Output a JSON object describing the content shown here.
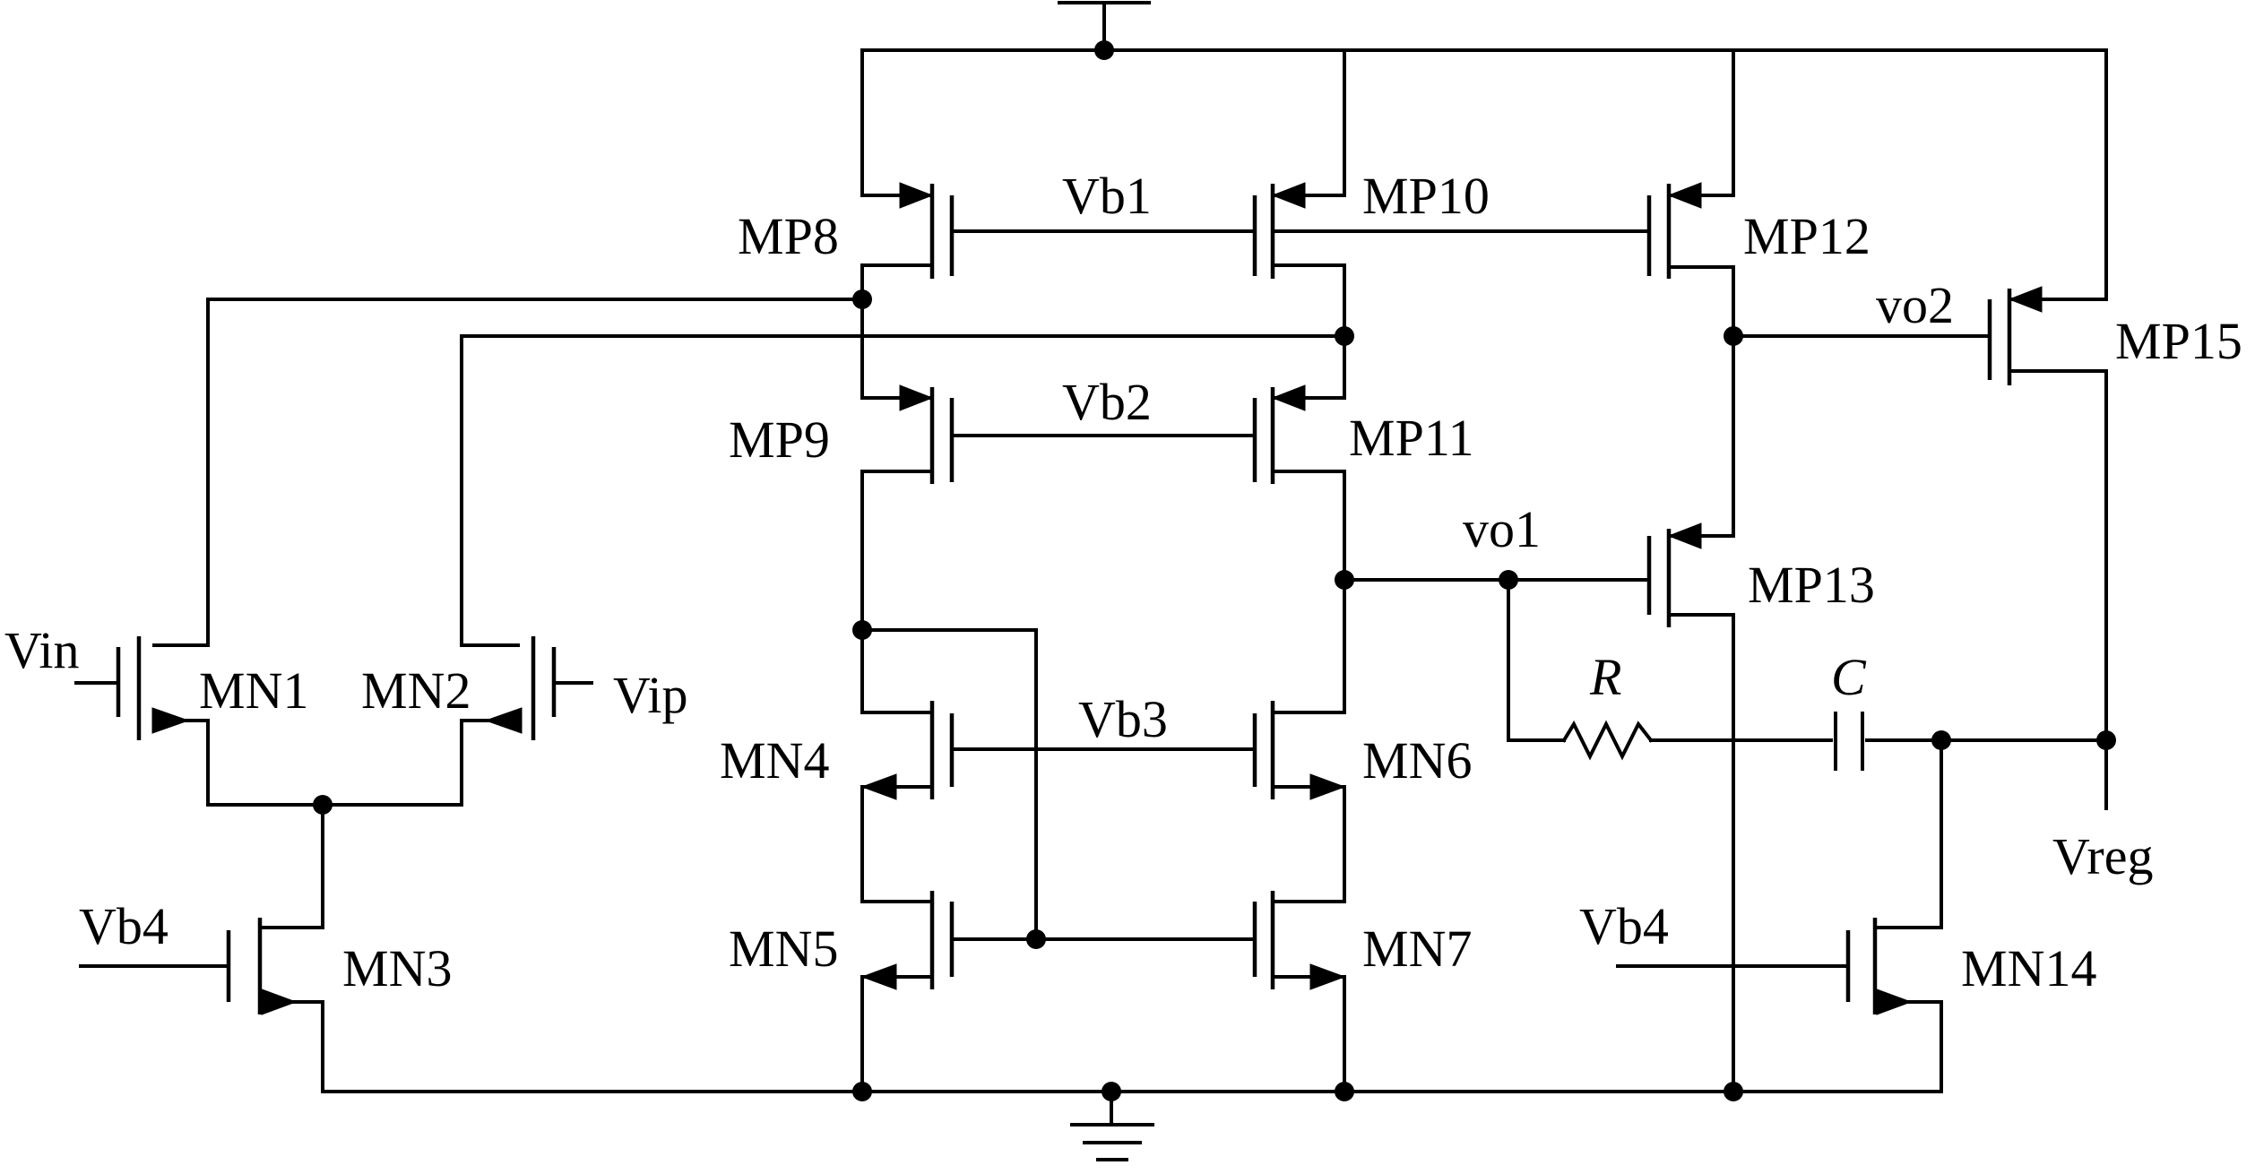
{
  "labels": {
    "MP8": "MP8",
    "MP9": "MP9",
    "MP10": "MP10",
    "MP11": "MP11",
    "MP12": "MP12",
    "MP13": "MP13",
    "MP15": "MP15",
    "MN1": "MN1",
    "MN2": "MN2",
    "MN3": "MN3",
    "MN4": "MN4",
    "MN5": "MN5",
    "MN6": "MN6",
    "MN7": "MN7",
    "MN14": "MN14",
    "Vb1": "Vb1",
    "Vb2": "Vb2",
    "Vb3": "Vb3",
    "Vb4_left": "Vb4",
    "Vb4_right": "Vb4",
    "Vin": "Vin",
    "Vip": "Vip",
    "vo1": "vo1",
    "vo2": "vo2",
    "Vreg": "Vreg",
    "R": "R",
    "C": "C"
  }
}
